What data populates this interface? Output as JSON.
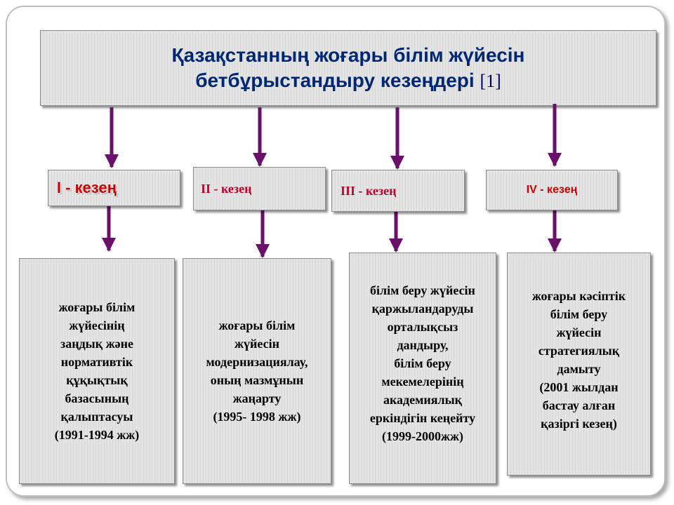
{
  "title": {
    "line1": "Қазақстанның жоғары білім жүйесін",
    "line2": "бетбұрыстандыру кезеңдері",
    "ref": "[1]"
  },
  "stages": [
    {
      "label": "І - кезең"
    },
    {
      "label": "ІІ - кезең"
    },
    {
      "label": "ІІІ - кезең"
    },
    {
      "label": "IV - кезең"
    }
  ],
  "descriptions": [
    {
      "text": "жоғары білім\nжүйесінің\nзаңдық және\nнормативтік\nқұқықтық\nбазасының\nқалыптасуы\n(1991-1994 жж)"
    },
    {
      "text": "жоғары білім\nжүйесін\nмодернизациялау,\nоның мазмұнын\nжаңарту\n(1995- 1998 жж)"
    },
    {
      "text": "білім беру жүйесін\nқаржыландаруды\nорталықсыз\nдандыру,\nбілім беру\nмекемелерінің\nакадемиялық\nеркіндігін кеңейту\n(1999-2000жж)"
    },
    {
      "text": "жоғары кәсіптік\nбілім беру\nжүйесін\nстратегиялық\nдамыту\n(2001 жылдан\nбастау алған\nқазіргі кезең)"
    }
  ],
  "colors": {
    "title_text": "#002776",
    "stage_text": "#cc0000",
    "arrow": "#6a0f6a",
    "box_fill": "#e4e4e4"
  }
}
